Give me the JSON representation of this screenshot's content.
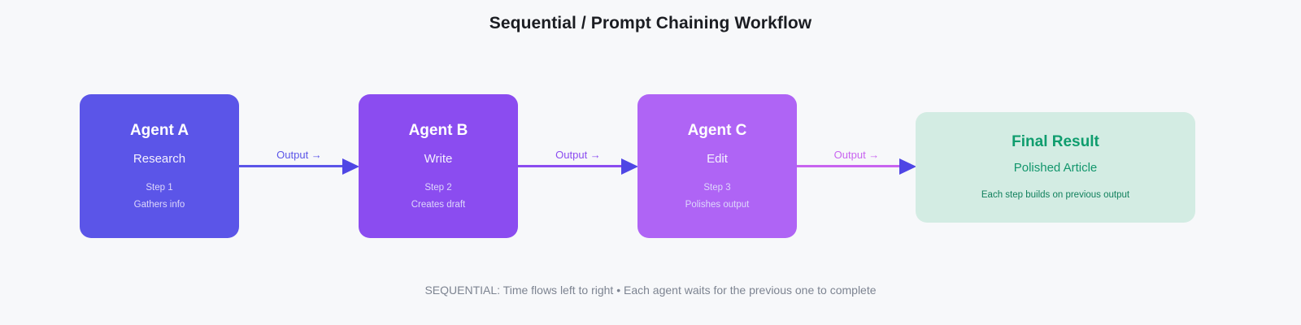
{
  "page": {
    "title": "Sequential / Prompt Chaining Workflow",
    "background_color": "#f7f8fa",
    "footer_note": "SEQUENTIAL: Time flows left to right • Each agent waits for the previous one to complete"
  },
  "nodes": [
    {
      "id": "agent-a",
      "title": "Agent A",
      "role": "Research",
      "step": "Step 1",
      "description": "Gathers info",
      "color": "#5b55e8"
    },
    {
      "id": "agent-b",
      "title": "Agent B",
      "role": "Write",
      "step": "Step 2",
      "description": "Creates draft",
      "color": "#8b4cf0"
    },
    {
      "id": "agent-c",
      "title": "Agent C",
      "role": "Edit",
      "step": "Step 3",
      "description": "Polishes output",
      "color": "#af64f5"
    }
  ],
  "result": {
    "title": "Final Result",
    "subtitle": "Polished Article",
    "note": "Each step builds on previous output",
    "background_color": "#d3ece3",
    "title_color": "#0f9d6e"
  },
  "connectors": [
    {
      "id": "connector-a-b",
      "label": "Output →",
      "color": "#5b55e8",
      "arrow_color": "#4f46e5"
    },
    {
      "id": "connector-b-c",
      "label": "Output →",
      "color": "#8b4cf0",
      "arrow_color": "#4f46e5"
    },
    {
      "id": "connector-c-result",
      "label": "Output →",
      "color": "#c864f0",
      "arrow_color": "#4f46e5"
    }
  ]
}
